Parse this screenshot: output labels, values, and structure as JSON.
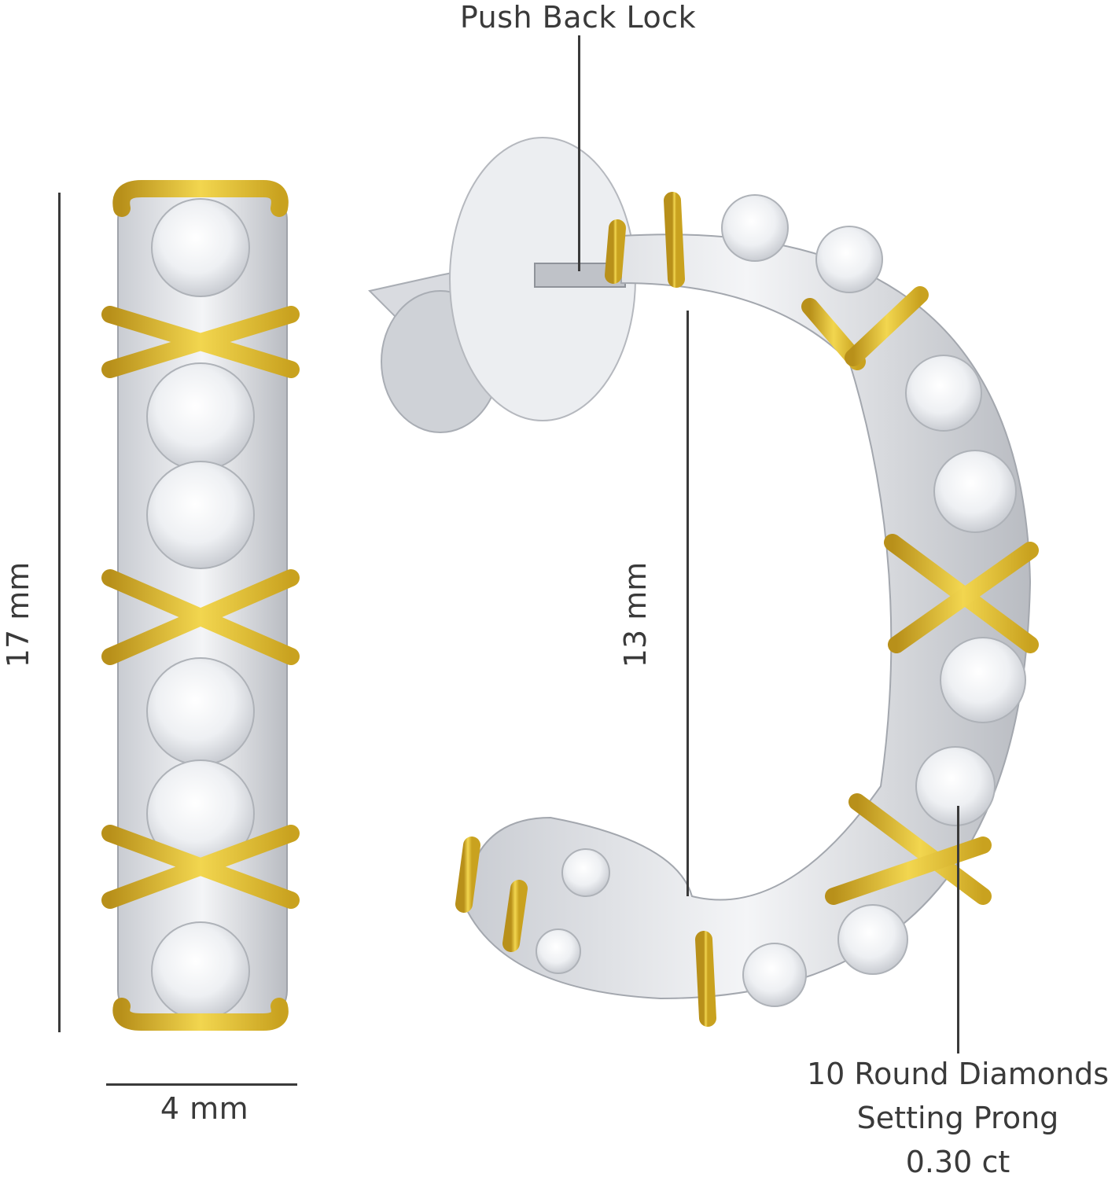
{
  "labels": {
    "push_back_lock": "Push Back Lock",
    "height": "17 mm",
    "width": "4 mm",
    "inner_diameter": "13 mm",
    "diamond_count": "10 Round Diamonds",
    "setting": "Setting Prong",
    "carat": "0.30 ct"
  },
  "colors": {
    "gold": "#d8b52a",
    "silver": "#e6e8ec",
    "line": "#3a3a3a"
  }
}
